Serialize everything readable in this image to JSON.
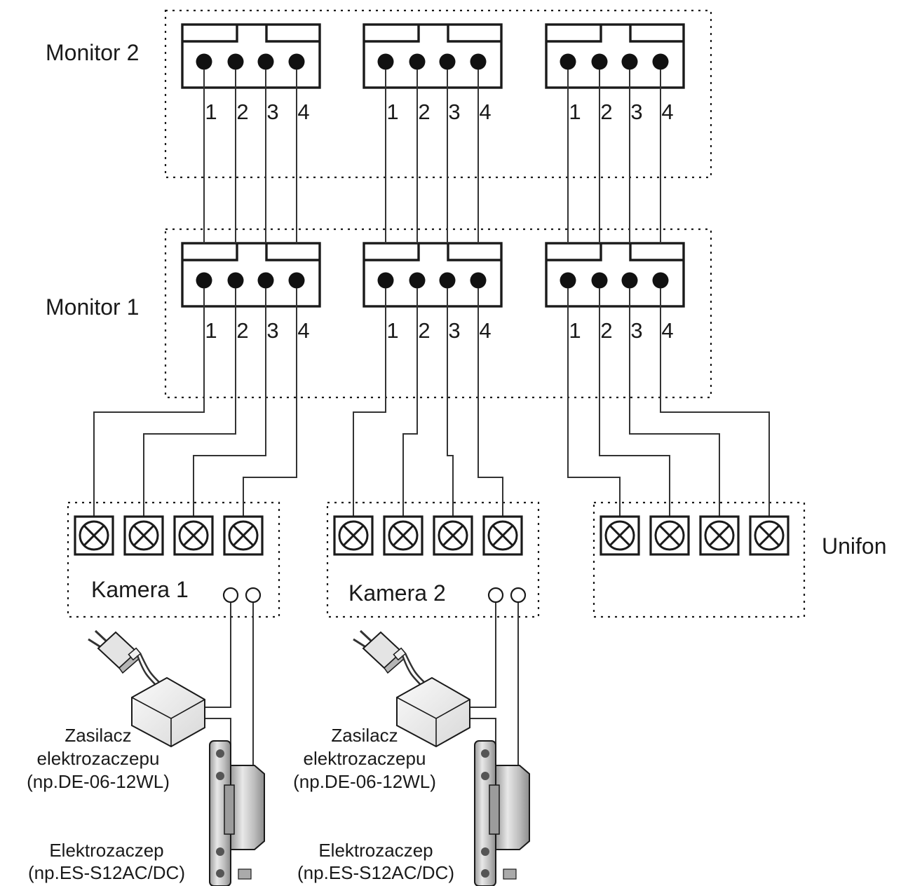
{
  "labels": {
    "monitor2": "Monitor 2",
    "monitor1": "Monitor 1",
    "kamera1": "Kamera 1",
    "kamera2": "Kamera 2",
    "unifon": "Unifon"
  },
  "pin_numbers": [
    "1",
    "2",
    "3",
    "4"
  ],
  "psu": {
    "title_line1": "Zasilacz",
    "title_line2": "elektrozaczepu",
    "model": "(np.DE-06-12WL)"
  },
  "strike": {
    "title": "Elektrozaczep",
    "model": "(np.ES-S12AC/DC)"
  },
  "icons": [
    "monitor-connector-icon",
    "terminal-screw-icon",
    "wall-plug-icon",
    "power-supply-box-icon",
    "electric-strike-icon"
  ],
  "colors": {
    "line": "#1a1a1a",
    "wire": "#333333",
    "dotted_frame": "#1a1a1a",
    "psu_body": "#f2f2f2",
    "strike_metal": "#c8c8c8"
  }
}
